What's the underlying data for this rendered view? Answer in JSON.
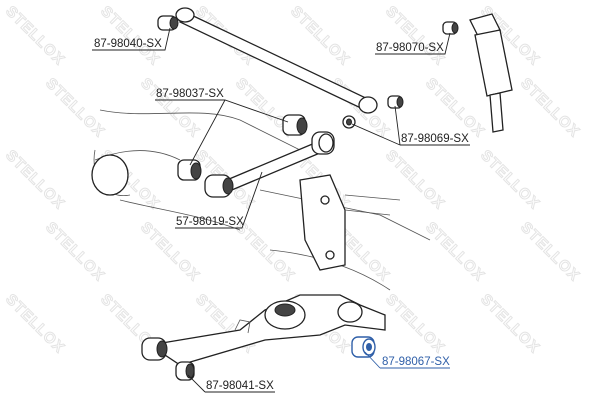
{
  "watermark": "STELLOX",
  "parts": [
    {
      "id": "87-98040-SX",
      "label": "87-98040-SX"
    },
    {
      "id": "87-98070-SX",
      "label": "87-98070-SX"
    },
    {
      "id": "87-98037-SX",
      "label": "87-98037-SX"
    },
    {
      "id": "87-98069-SX",
      "label": "87-98069-SX"
    },
    {
      "id": "57-98019-SX",
      "label": "57-98019-SX"
    },
    {
      "id": "87-98067-SX",
      "label": "87-98067-SX",
      "highlight": true
    },
    {
      "id": "87-98041-SX",
      "label": "87-98041-SX"
    }
  ],
  "colors": {
    "highlight": "#2f5fa8",
    "line": "#222222",
    "watermark": "#e4e4e4"
  }
}
